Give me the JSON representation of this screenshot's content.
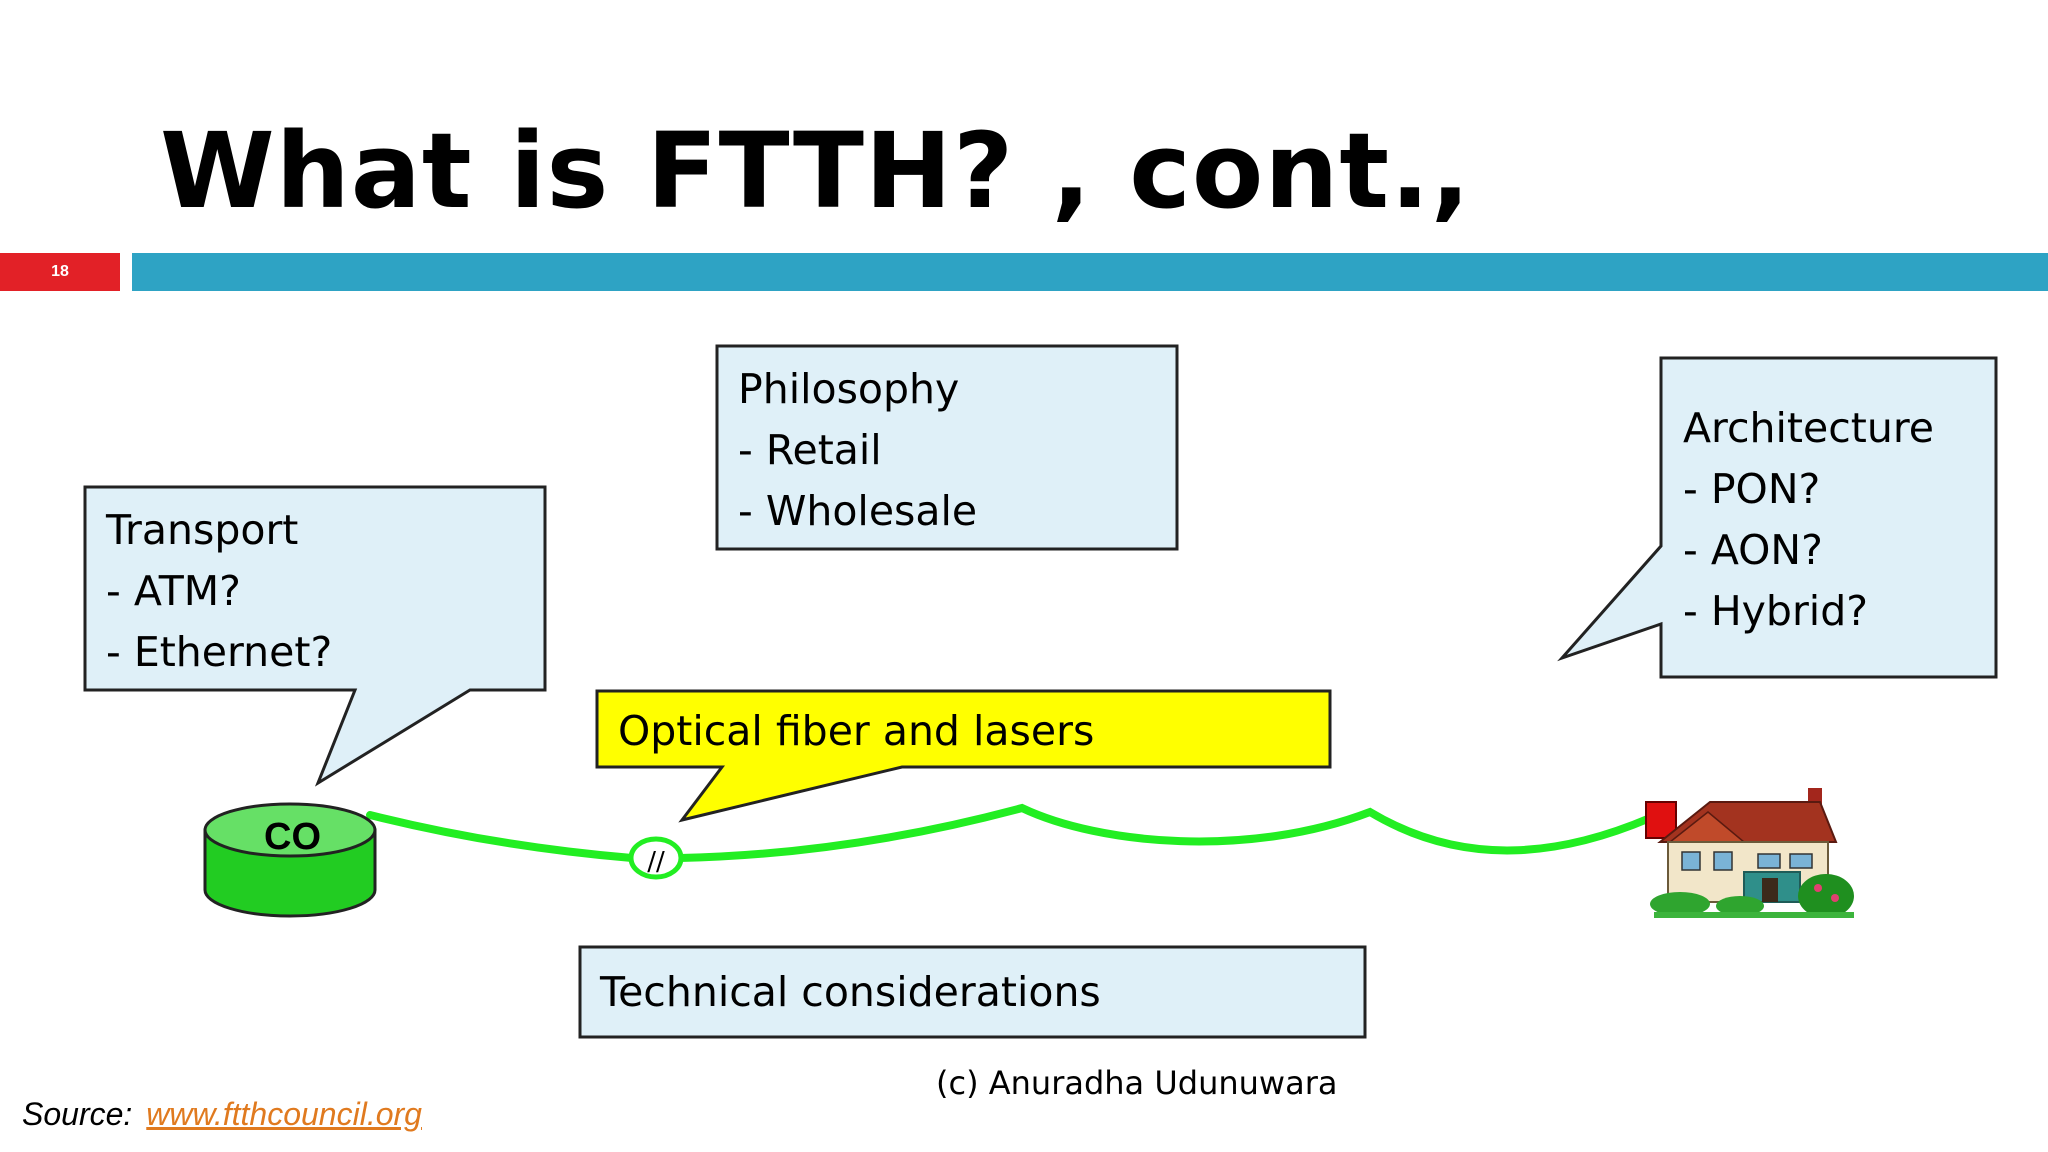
{
  "slide": {
    "title": "What is FTTH? , cont.,",
    "number": "18",
    "credit": "(c) Anuradha Udunuwara",
    "source_label": "Source:",
    "source_link": "www.ftthcouncil.org"
  },
  "callouts": {
    "transport": {
      "lines": [
        "Transport",
        "- ATM?",
        "- Ethernet?"
      ]
    },
    "philosophy": {
      "lines": [
        "Philosophy",
        "- Retail",
        "- Wholesale"
      ]
    },
    "architecture": {
      "lines": [
        "Architecture",
        "- PON?",
        "- AON?",
        "- Hybrid?"
      ]
    },
    "fiber": {
      "text": "Optical fiber and lasers"
    },
    "technical": {
      "text": "Technical considerations"
    }
  },
  "nodes": {
    "co_label": "CO",
    "splice_mark": "//"
  },
  "colors": {
    "callout_fill": "#dff0f8",
    "fiber_callout_fill": "#ffff00",
    "fiber_line": "#22ee22",
    "co_fill": "#22cc22",
    "accent_red": "#e22127",
    "accent_blue": "#2ea3c4",
    "link": "#e07a1f"
  }
}
